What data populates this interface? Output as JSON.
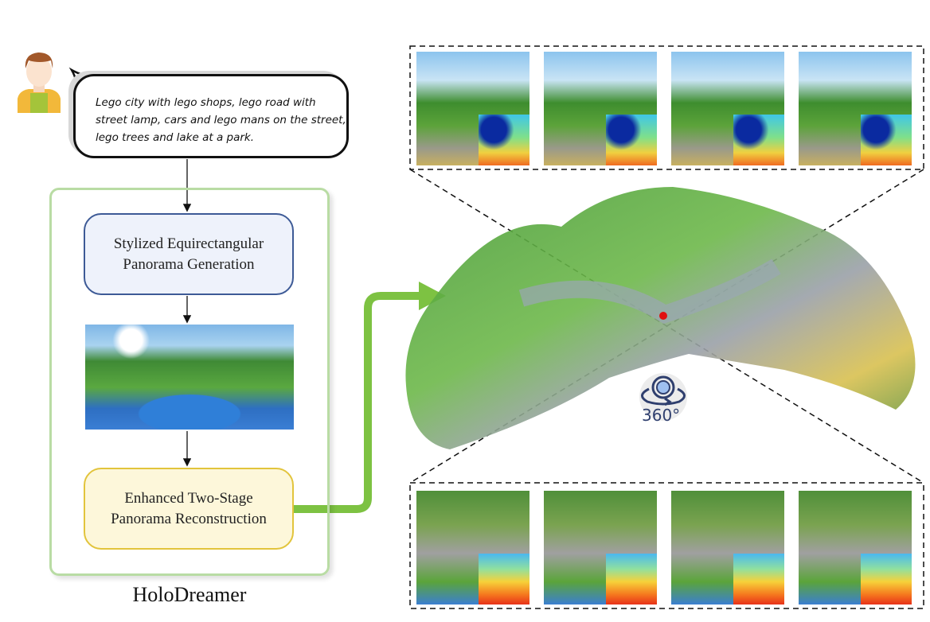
{
  "prompt": {
    "text": "Lego city with lego shops, lego road with street lamp, cars and lego mans on the street, lego trees and lake at a park."
  },
  "pipeline": {
    "step1_label": "Stylized Equirectangular Panorama Generation",
    "step2_label": "Enhanced Two-Stage Panorama Reconstruction",
    "framework_name": "HoloDreamer"
  },
  "viewer": {
    "rotation_label": "360°"
  },
  "colors": {
    "frame_border": "#b9dca4",
    "step1_border": "#3d5a96",
    "step1_fill": "#eef2fb",
    "step2_border": "#e2c43c",
    "step2_fill": "#fdf7da",
    "flow_arrow": "#7dc242"
  }
}
